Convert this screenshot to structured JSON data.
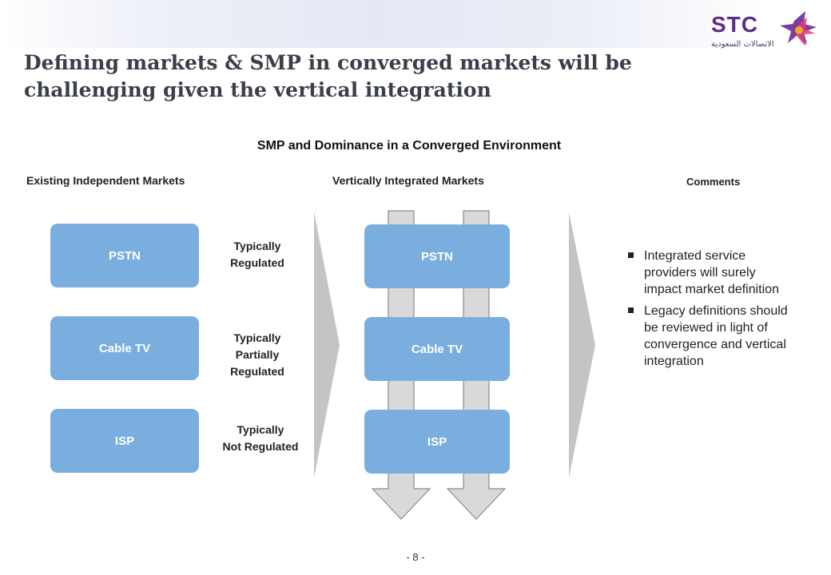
{
  "logo": {
    "brand": "STC",
    "arabic": "الاتصالات السعودية"
  },
  "title": "Defining markets & SMP in converged markets will be challenging given the vertical integration",
  "subtitle": "SMP and Dominance in a Converged Environment",
  "columns": {
    "left": "Existing Independent Markets",
    "middle": "Vertically Integrated  Markets",
    "right": "Comments"
  },
  "existing_markets": [
    {
      "label": "PSTN",
      "regulation": [
        "Typically",
        "Regulated"
      ]
    },
    {
      "label": "Cable TV",
      "regulation": [
        "Typically",
        "Partially",
        "Regulated"
      ]
    },
    {
      "label": "ISP",
      "regulation": [
        "Typically",
        "Not Regulated"
      ]
    }
  ],
  "integrated_markets": [
    "PSTN",
    "Cable TV",
    "ISP"
  ],
  "comments": [
    "Integrated service providers will surely impact market definition",
    "Legacy definitions should be reviewed in light of convergence and vertical integration"
  ],
  "page_number": "- 8 -",
  "colors": {
    "box": "#7aaedf",
    "title": "#3b3f4a",
    "chevron": "#c4c4c4",
    "pipe": "#d9d9d9"
  }
}
